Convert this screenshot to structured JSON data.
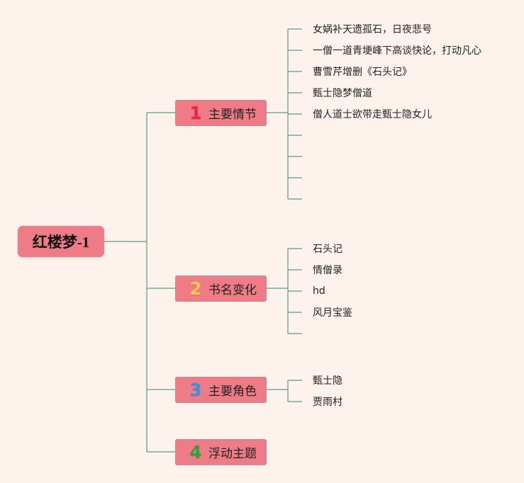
{
  "mindmap": {
    "root": {
      "label": "红楼梦-1"
    },
    "topics": [
      {
        "label": "主要情节",
        "badge": "1",
        "badge_color": "#e8283c",
        "children": [
          "女娲补天遗孤石，日夜悲号",
          "一僧一道青埂峰下高谈快论，打动凡心",
          "曹雪芹增删《石头记》",
          "甄士隐梦僧道",
          "僧人道士欲带走甄士隐女儿",
          "",
          "",
          "",
          ""
        ]
      },
      {
        "label": "书名变化",
        "badge": "2",
        "badge_color": "#f4c64a",
        "children": [
          "石头记",
          "情僧录",
          "hd",
          "风月宝鉴",
          ""
        ]
      },
      {
        "label": "主要角色",
        "badge": "3",
        "badge_color": "#3c8fd8",
        "children": [
          "甄士隐",
          "贾雨村"
        ]
      },
      {
        "label": "浮动主题",
        "badge": "4",
        "badge_color": "#2fa23a",
        "children": []
      }
    ]
  },
  "colors": {
    "background": "#fdf2ec",
    "node_fill": "#ee7b86",
    "connector": "#5d9a86"
  }
}
